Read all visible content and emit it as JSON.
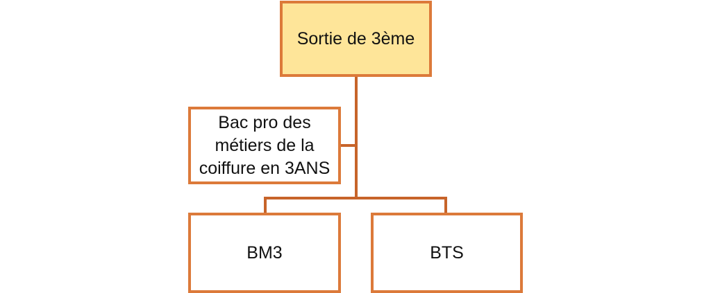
{
  "nodes": {
    "root": "Sortie de 3ème",
    "bac_pro": "Bac pro des métiers de la coiffure en 3ANS",
    "bm3": "BM3",
    "bts": "BTS"
  },
  "colors": {
    "border": "#dc7a3a",
    "root_fill": "#fee599",
    "connector": "#c7642a"
  }
}
